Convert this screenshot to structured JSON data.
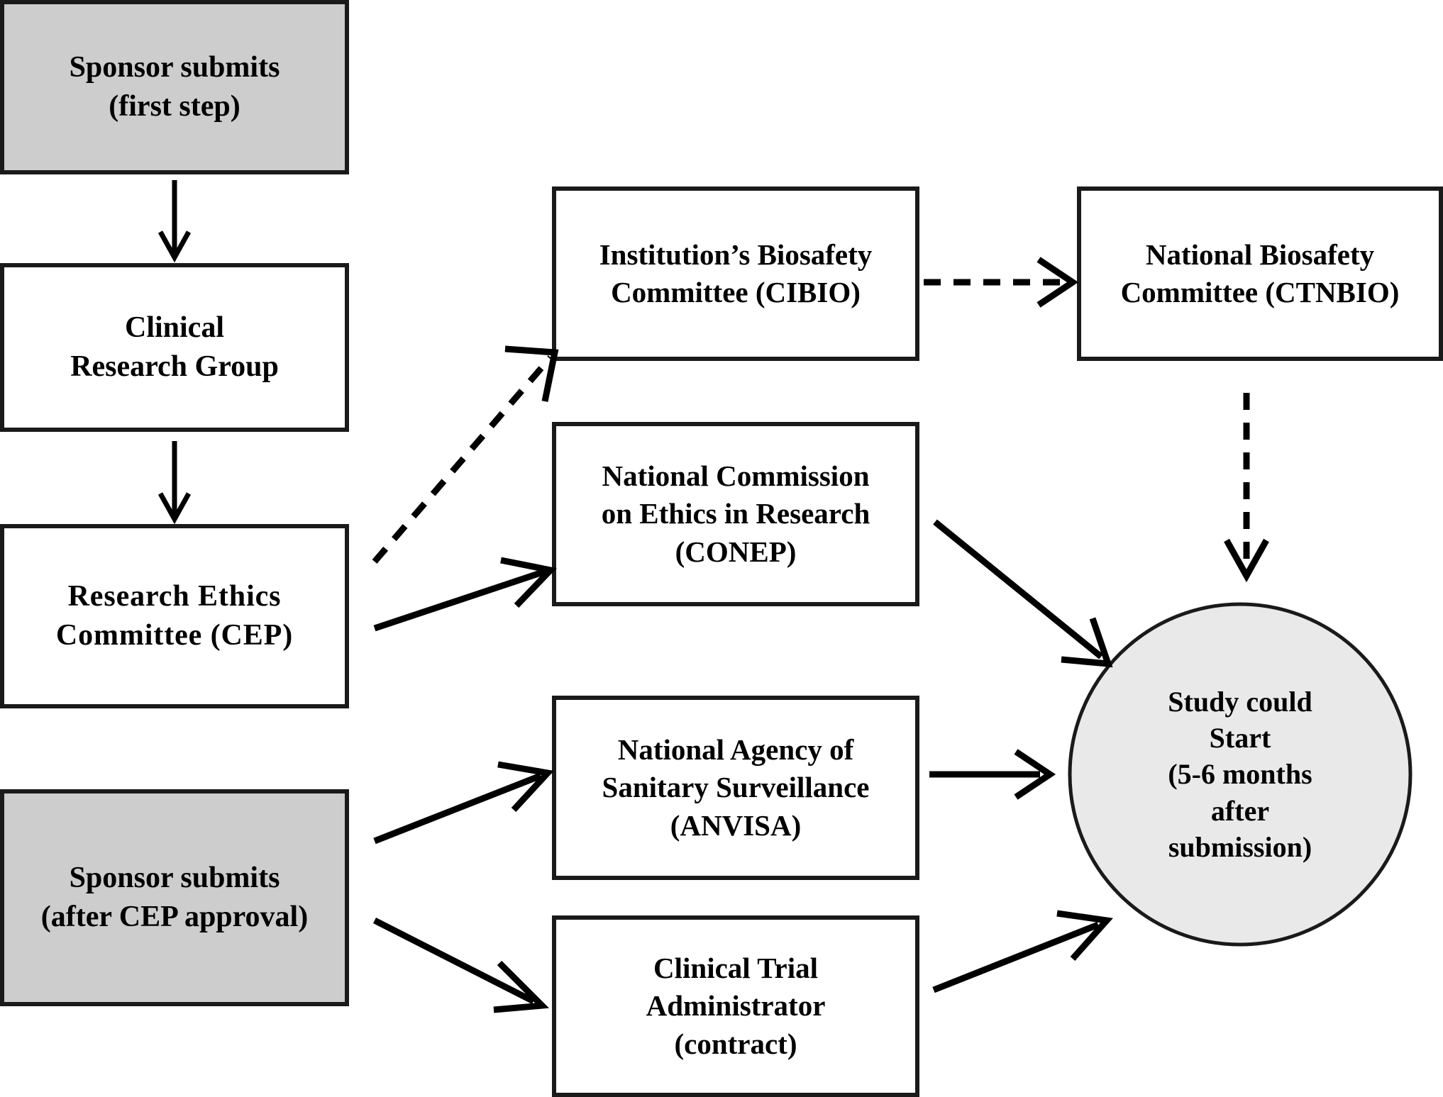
{
  "diagram": {
    "title": "Clinical trial regulatory submission flow",
    "colors": {
      "node_fill_gray": "#cdcdcd",
      "node_fill_white": "#ffffff",
      "circle_fill": "#e9e9e9",
      "stroke": "#1a1a1a",
      "text": "#000000",
      "background": "#ffffff"
    },
    "nodes": {
      "sponsor_first": {
        "lines": [
          "Sponsor submits",
          "(first step)"
        ],
        "shape": "rectangle",
        "fill": "gray"
      },
      "clinical_research_group": {
        "lines": [
          "Clinical",
          "Research Group"
        ],
        "shape": "rectangle",
        "fill": "white"
      },
      "cep": {
        "lines": [
          "Research Ethics",
          "Committee  (CEP)"
        ],
        "shape": "rectangle",
        "fill": "white"
      },
      "sponsor_after": {
        "lines": [
          "Sponsor submits",
          "(after CEP approval)"
        ],
        "shape": "rectangle",
        "fill": "gray"
      },
      "cibio": {
        "lines": [
          "Institution’s Biosafety",
          "Committee  (CIBIO)"
        ],
        "shape": "rectangle",
        "fill": "white"
      },
      "conep": {
        "lines": [
          "National Commission",
          "on Ethics in Research",
          "(CONEP)"
        ],
        "shape": "rectangle",
        "fill": "white"
      },
      "anvisa": {
        "lines": [
          "National Agency of",
          "Sanitary Surveillance",
          "(ANVISA)"
        ],
        "shape": "rectangle",
        "fill": "white"
      },
      "cta": {
        "lines": [
          "Clinical Trial",
          "Administrator",
          "(contract)"
        ],
        "shape": "rectangle",
        "fill": "white"
      },
      "ctnbio": {
        "lines": [
          "National Biosafety",
          "Committee  (CTNBIO)"
        ],
        "shape": "rectangle",
        "fill": "white"
      },
      "study_start": {
        "lines": [
          "Study could",
          "Start",
          "(5-6 months",
          "after",
          "submission)"
        ],
        "shape": "circle",
        "fill": "light-gray"
      }
    },
    "edges": [
      {
        "from": "sponsor_first",
        "to": "clinical_research_group",
        "style": "solid",
        "direction": "down"
      },
      {
        "from": "clinical_research_group",
        "to": "cep",
        "style": "solid",
        "direction": "down"
      },
      {
        "from": "cep",
        "to": "cibio",
        "style": "dashed",
        "direction": "up-right"
      },
      {
        "from": "cep",
        "to": "conep",
        "style": "solid",
        "direction": "up-right"
      },
      {
        "from": "cibio",
        "to": "ctnbio",
        "style": "dashed",
        "direction": "right"
      },
      {
        "from": "ctnbio",
        "to": "study_start",
        "style": "dashed",
        "direction": "down"
      },
      {
        "from": "conep",
        "to": "study_start",
        "style": "solid",
        "direction": "down-right"
      },
      {
        "from": "sponsor_after",
        "to": "anvisa",
        "style": "solid",
        "direction": "up-right"
      },
      {
        "from": "sponsor_after",
        "to": "cta",
        "style": "solid",
        "direction": "down-right"
      },
      {
        "from": "anvisa",
        "to": "study_start",
        "style": "solid",
        "direction": "right"
      },
      {
        "from": "cta",
        "to": "study_start",
        "style": "solid",
        "direction": "up-right"
      }
    ]
  }
}
